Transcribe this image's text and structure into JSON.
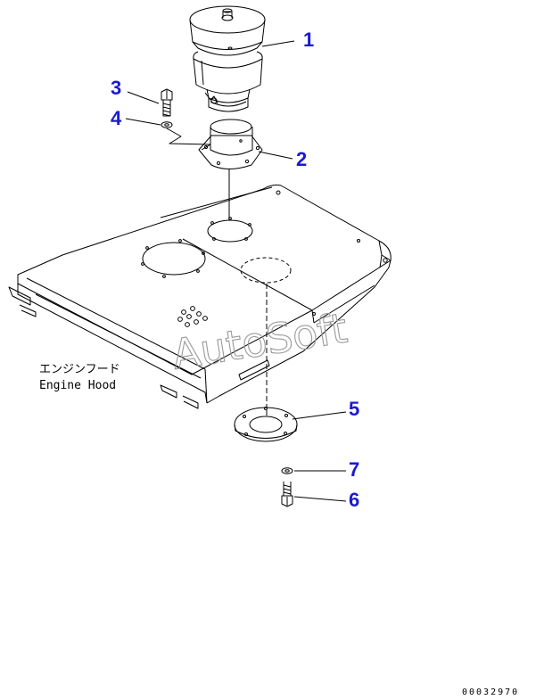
{
  "callouts": [
    {
      "id": "1",
      "label": "1"
    },
    {
      "id": "2",
      "label": "2"
    },
    {
      "id": "3",
      "label": "3"
    },
    {
      "id": "4",
      "label": "4"
    },
    {
      "id": "5",
      "label": "5"
    },
    {
      "id": "6",
      "label": "6"
    },
    {
      "id": "7",
      "label": "7"
    }
  ],
  "part_label": {
    "japanese": "エンジンフード",
    "english": "Engine Hood"
  },
  "watermark": "AutoSoft",
  "document_number": "00032970",
  "colors": {
    "callout": "#1a1ad0",
    "line": "#000000",
    "watermark": "#9a9a9a"
  }
}
